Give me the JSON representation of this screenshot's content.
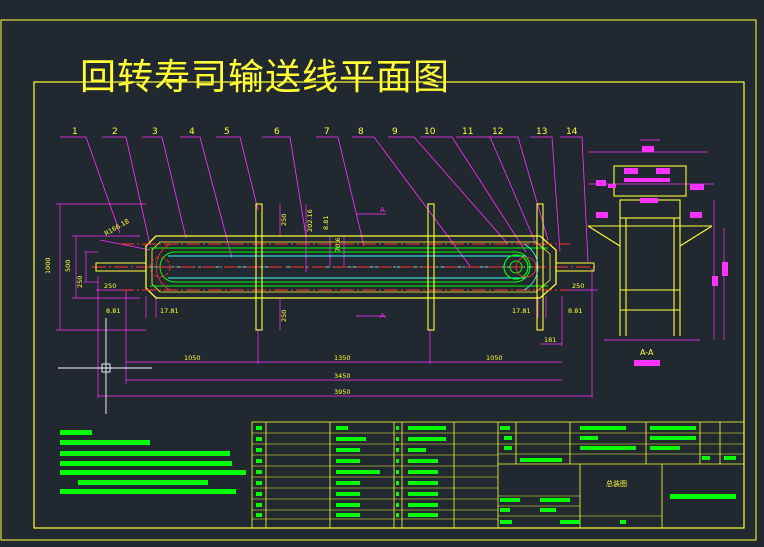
{
  "drawing_title": "回转寿司输送线平面图",
  "colors": {
    "background": "#212830",
    "frame": "#ffff33",
    "dimension": "#ff33ff",
    "body": "#00ff00",
    "centerline": "#ff3333",
    "belt": "#33ffff",
    "cursor": "#ffffff"
  },
  "balloons": [
    "1",
    "2",
    "3",
    "4",
    "5",
    "6",
    "7",
    "8",
    "9",
    "10",
    "11",
    "12",
    "13",
    "14"
  ],
  "dimensions": {
    "overall_height": "1000",
    "inner_height": "500",
    "end_height": "250",
    "end_radius": "R166.18",
    "stub_left": "250",
    "stub_right": "250",
    "gap_left_a": "8.81",
    "gap_left_b": "17.81",
    "gap_right_a": "17.81",
    "gap_right_b": "8.81",
    "leg_offset_top": "250",
    "leg_offset_bottom": "250",
    "mid_dim": "202.16",
    "small_dim_a": "8.81",
    "small_dim_b": "70.6",
    "right_small": "181",
    "span_1": "1050",
    "span_2": "1350",
    "span_3": "1050",
    "total_inner": "3450",
    "total_outer": "3950"
  },
  "section_marks": {
    "top": "A",
    "bottom": "A",
    "view_label": "A-A"
  },
  "title_block": {
    "name_field": "总装图"
  },
  "notes_lines": 7
}
